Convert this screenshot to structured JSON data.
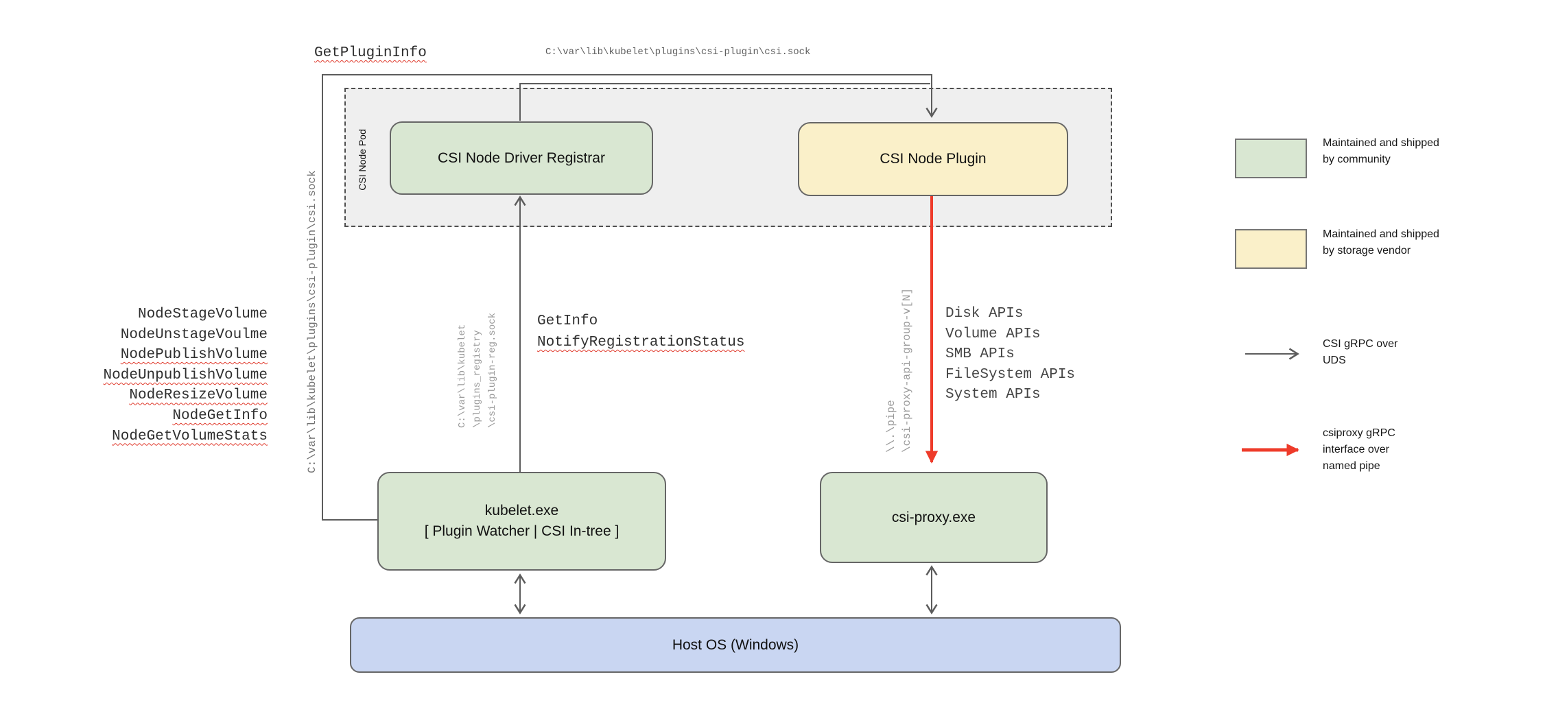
{
  "top_labels": {
    "get_plugin_info": "GetPluginInfo",
    "csi_sock_path": "C:\\var\\lib\\kubelet\\plugins\\csi-plugin\\csi.sock"
  },
  "left_panel": {
    "csi_sock_path_vertical": "C:\\var\\lib\\kubelet\\plugins\\csi-plugin\\csi.sock",
    "node_calls": [
      "NodeStageVolume",
      "NodeUnstageVoulme",
      "NodePublishVolume",
      "NodeUnpublishVolume",
      "NodeResizeVolume",
      "NodeGetInfo",
      "NodeGetVolumeStats"
    ]
  },
  "pod": {
    "label": "CSI Node Pod"
  },
  "boxes": {
    "registrar": "CSI Node Driver Registrar",
    "plugin": "CSI Node Plugin",
    "kubelet_line1": "kubelet.exe",
    "kubelet_line2": "[ Plugin Watcher | CSI In-tree ]",
    "csi_proxy": "csi-proxy.exe",
    "host_os": "Host OS (Windows)"
  },
  "registration": {
    "socket_lines": [
      "C:\\var\\lib\\kubelet",
      "\\plugins_registry",
      "\\csi-plugin-reg.sock"
    ],
    "calls": [
      "GetInfo",
      "NotifyRegistrationStatus"
    ]
  },
  "proxy_channel": {
    "pipe_lines": [
      "\\\\.\\pipe",
      "\\csi-proxy-api-group-v[N]"
    ],
    "api_groups": [
      "Disk APIs",
      "Volume APIs",
      "SMB APIs",
      "FileSystem APIs",
      "System APIs"
    ]
  },
  "legend": {
    "community_lines": [
      "Maintained and shipped",
      "by community"
    ],
    "vendor_lines": [
      "Maintained and shipped",
      "by storage vendor"
    ],
    "uds_lines": [
      "CSI gRPC over",
      "UDS"
    ],
    "named_pipe_lines": [
      "csiproxy gRPC",
      "interface over",
      "named pipe"
    ]
  },
  "colors": {
    "community_green": "#d9e7d2",
    "vendor_yellow": "#faf0c9",
    "host_blue": "#c9d6f2",
    "pod_gray": "#efefef",
    "line_gray": "#5c5c5c",
    "grpc_red": "#ee3b2a",
    "squiggle_red": "#e0392b"
  }
}
